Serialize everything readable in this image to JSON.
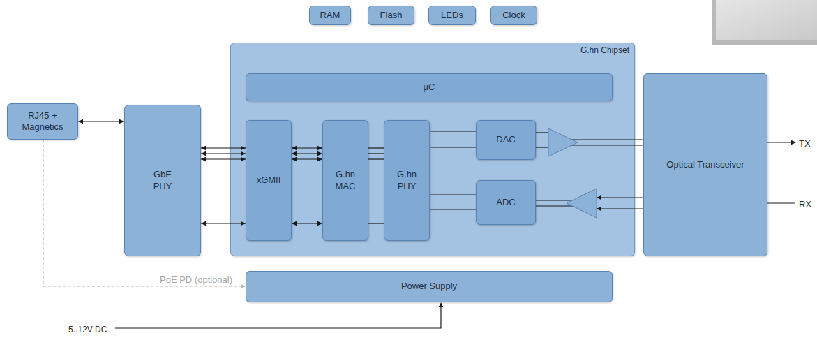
{
  "diagram": {
    "nodes": [
      {
        "text": [
          "RAM"
        ]
      },
      {
        "text": [
          "Flash"
        ]
      },
      {
        "text": [
          "LEDs"
        ]
      },
      {
        "text": [
          "Clock"
        ]
      },
      {
        "text": [
          "RJ45 + Magnetics"
        ]
      },
      {
        "text": [
          "GbE PHY"
        ]
      },
      {
        "text": [
          "G.hn Chipset"
        ]
      },
      {
        "text": [
          "μC"
        ],
        "in": 6
      },
      {
        "text": [
          "xGMII"
        ],
        "in": 6
      },
      {
        "text": [
          "G.hn MAC"
        ],
        "in": 6
      },
      {
        "text": [
          "G.hn PHY"
        ],
        "in": 6
      },
      {
        "text": [
          "DAC"
        ],
        "in": 6
      },
      {
        "text": [
          "ADC"
        ],
        "in": 6
      },
      {
        "text": [
          "Optical Transceiver"
        ]
      },
      {
        "text": [
          "Power Supply"
        ]
      }
    ],
    "edges": [
      {
        "from": 4,
        "to": 5,
        "arrow": "both"
      },
      {
        "from": 5,
        "to": 8,
        "arrow": "both"
      },
      {
        "from": 8,
        "to": 9,
        "arrow": "both"
      },
      {
        "from": 9,
        "to": 10,
        "arrow": "none"
      },
      {
        "from": 10,
        "to": 11,
        "arrow": "none"
      },
      {
        "from": 12,
        "to": 10,
        "arrow": "none"
      },
      {
        "from": 11,
        "to": 13,
        "arrow": "none"
      },
      {
        "from": 13,
        "to": 12,
        "arrow": "to"
      },
      {
        "from": 4,
        "to": 14,
        "label": "PoE PD (optional)",
        "arrow": "to"
      }
    ],
    "labels": [
      "TX",
      "RX",
      "5..12V DC"
    ]
  }
}
